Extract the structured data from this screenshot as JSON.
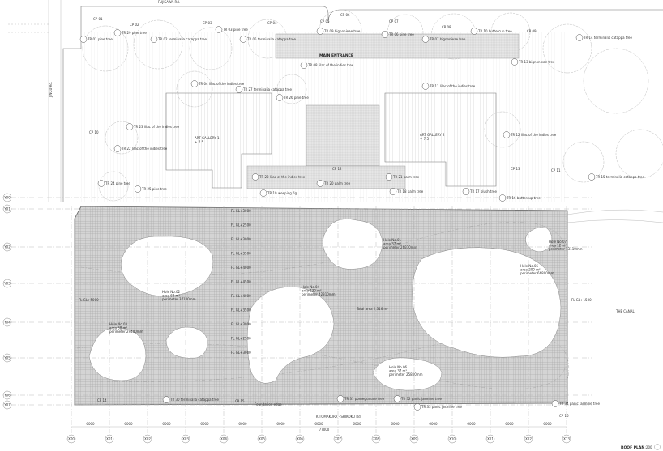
{
  "drawing": {
    "title": "ROOF PLAN",
    "scale": "1:200",
    "total_area": "Total area 2,316 m²",
    "road_top": "FUJISAWA Rd.",
    "road_left": "JINGU Rd.",
    "road_bottom": "KITOMAKURA - SHIKOKU Rd.",
    "main_entrance": "MAIN ENTRANCE",
    "canal": "THE CANAL",
    "galleries": [
      {
        "name": "ART GALLERY 1",
        "level": "+ 7.5"
      },
      {
        "name": "ART GALLERY 2",
        "level": "+ 7.5"
      }
    ],
    "holes": [
      {
        "name": "Hole No.01",
        "area": "area 37 m²",
        "perimeter": "perimeter 26870mm"
      },
      {
        "name": "Hole No.02",
        "area": "area 68 m²",
        "perimeter": "perimeter 37100mm"
      },
      {
        "name": "Hole No.03",
        "area": "area 58 m²",
        "perimeter": "perimeter 29400mm"
      },
      {
        "name": "Hole No.04",
        "area": "area 130 m²",
        "perimeter": "perimeter 42310mm"
      },
      {
        "name": "Hole No.05",
        "area": "area 200 m²",
        "perimeter": "perimeter 66800mm"
      },
      {
        "name": "Hole No.06",
        "area": "area 37 m²",
        "perimeter": "perimeter 25800mm"
      },
      {
        "name": "Hole No.07",
        "area": "area 12 m²",
        "perimeter": "perimeter 13110mm"
      }
    ],
    "levels": [
      "FL GL+3000",
      "FL GL+2500",
      "FL GL+3000",
      "FL GL+3500",
      "FL GL+4000",
      "FL GL+4500",
      "FL GL+4000",
      "FL GL+3500",
      "FL GL+3000",
      "FL GL+2500",
      "FL GL+3000",
      "FL GL+5000",
      "FL GL+1500"
    ],
    "trees": [
      "TR 01 pine tree",
      "TR 02 terminalia catappa tree",
      "TR 03 pine tree",
      "TR 04 lilac of the indies tree",
      "TR 05 terminalia catappa tree",
      "TR 06 pine tree",
      "TR 07 bignonieae tree",
      "TR 08 lilac of the indies tree",
      "TR 09 bignonieae tree",
      "TR 10 buttercup tree",
      "TR 11 lilac of the indies tree",
      "TR 12 lilac of the indies tree",
      "TR 13 bignonieae tree",
      "TR 14 terminalia catappa tree",
      "TR 15 terminalia catappa tree",
      "TR 16 buttercup tree",
      "TR 17 blush tree",
      "TR 18 palm tree",
      "TR 19 weeping fig",
      "TR 20 palm tree",
      "TR 21 palm tree",
      "TR 22 lilac of the indies tree",
      "TR 23 lilac of the indies tree",
      "TR 24 pine tree",
      "TR 25 pine tree",
      "TR 26 pine tree",
      "TR 27 terminalia catappa tree",
      "TR 28 lilac of the indies tree",
      "TR 29 pine tree",
      "TR 30 terminalia catappa tree",
      "TR 31 pomegranate tree",
      "TR 32 panic jasmine tree",
      "TR 33 panic jasmine tree",
      "TR 34 panic jasmine tree"
    ],
    "cp_labels": [
      "CP 01",
      "CP 02",
      "CP 03",
      "CP 04",
      "CP 05",
      "CP 06",
      "CP 07",
      "CP 08",
      "CP 09",
      "CP 10",
      "CP 11",
      "CP 12",
      "CP 13",
      "CP 14",
      "CP 15",
      "CP 16"
    ],
    "foundation": "Foundation edge",
    "columns": [
      "X00",
      "X01",
      "X02",
      "X03",
      "X04",
      "X05",
      "X06",
      "X07",
      "X08",
      "X09",
      "X10",
      "X11",
      "X12",
      "X13"
    ],
    "rows": [
      "Y00",
      "Y01",
      "Y02",
      "Y03",
      "Y04",
      "Y05",
      "Y06",
      "Y07"
    ],
    "spans": [
      "6000",
      "6000",
      "6000",
      "6000",
      "6000",
      "6000",
      "6000",
      "6000",
      "6000",
      "6000",
      "6000",
      "6000",
      "6000"
    ],
    "total_span": "77000"
  }
}
